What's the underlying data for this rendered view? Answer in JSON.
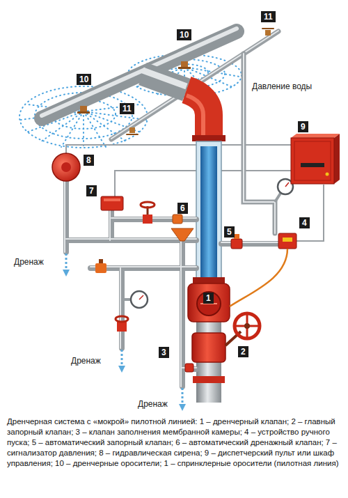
{
  "diagram": {
    "caption": "Дренчерная система с «мокрой» пилотной линией: 1 – дренчерный клапан; 2 – главный запорный клапан; 3 – клапан заполнения мембранной камеры; 4 – устройство ручного пуска; 5 – автоматический запорный клапан; 6 – автоматический дренажный клапан; 7 – сигнализатор давления; 8 – гидравлическая сирена; 9 – диспетчерский пульт или шкаф управления; 10 – дренчерные оросители; 1 – спринклерные оросители (пилотная линия)",
    "labels": [
      "11",
      "10",
      "10",
      "Давление воды",
      "11",
      "9",
      "8",
      "7",
      "6",
      "5",
      "4",
      "Дренаж",
      "1",
      "2",
      "3",
      "Дренаж",
      "Дренаж"
    ]
  }
}
